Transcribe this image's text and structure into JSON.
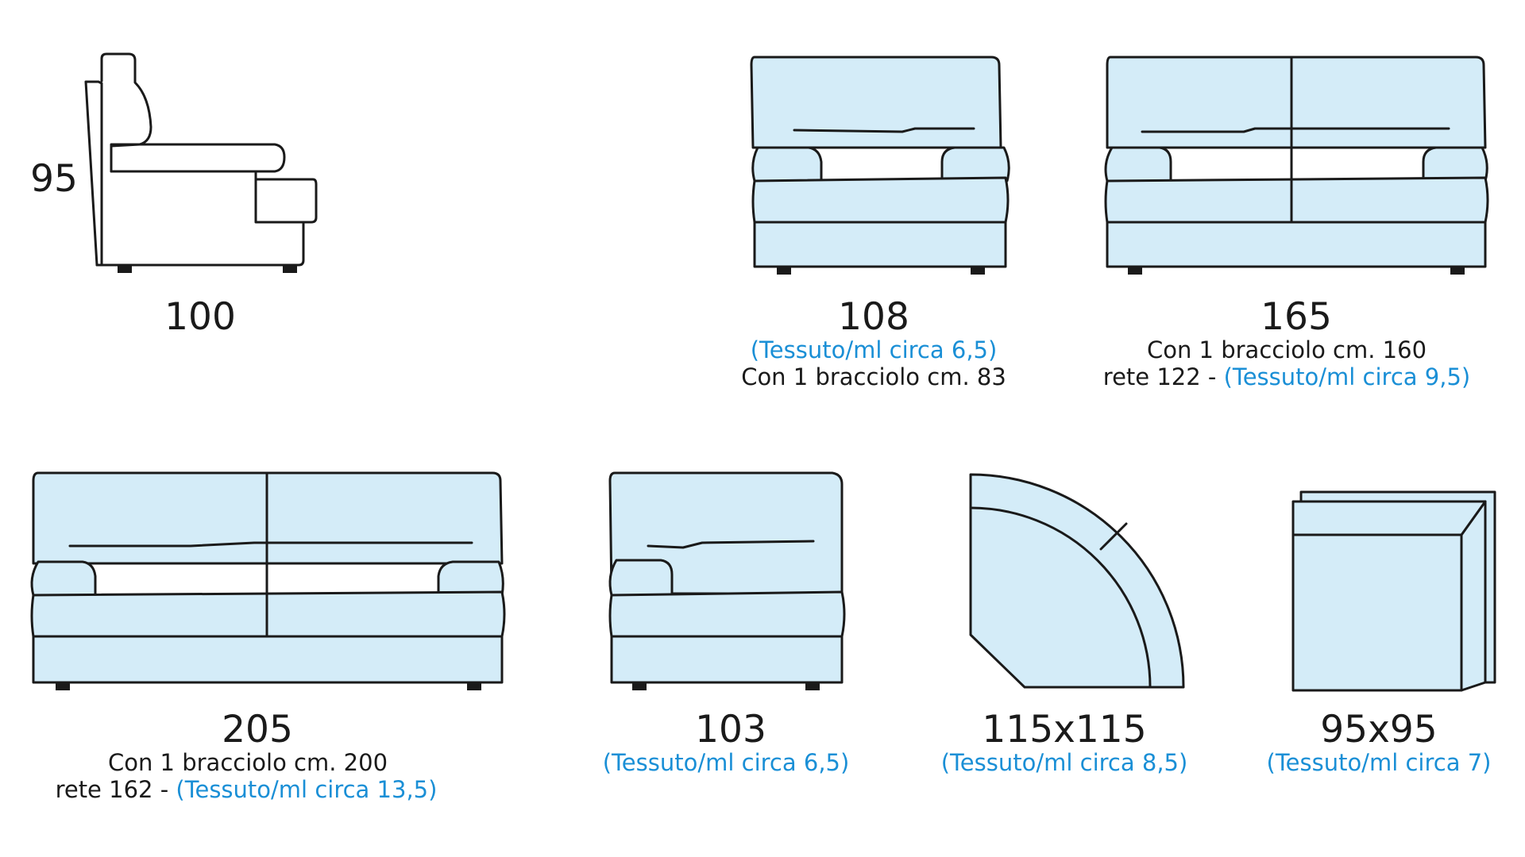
{
  "colors": {
    "upholstery": "#d4ecf8",
    "outline": "#1a1a1a",
    "fabric_text": "#1a8fd6"
  },
  "side_view": {
    "height": "95",
    "depth": "100"
  },
  "modules": [
    {
      "id": "sofa-108",
      "dimension": "108",
      "fabric": "(Tessuto/ml circa 6,5)",
      "note": "Con 1 bracciolo cm. 83"
    },
    {
      "id": "sofa-165",
      "dimension": "165",
      "note": "Con 1 bracciolo cm. 160",
      "rete": "rete 122 - ",
      "fabric": "(Tessuto/ml circa 9,5)"
    },
    {
      "id": "sofa-205",
      "dimension": "205",
      "note": "Con 1 bracciolo cm. 200",
      "rete": "rete 162 - ",
      "fabric": "(Tessuto/ml circa 13,5)"
    },
    {
      "id": "chair-103",
      "dimension": "103",
      "fabric": "(Tessuto/ml circa 6,5)"
    },
    {
      "id": "corner-115",
      "dimension": "115x115",
      "fabric": "(Tessuto/ml circa 8,5)"
    },
    {
      "id": "pouf-95",
      "dimension": "95x95",
      "fabric": "(Tessuto/ml circa 7)"
    }
  ]
}
